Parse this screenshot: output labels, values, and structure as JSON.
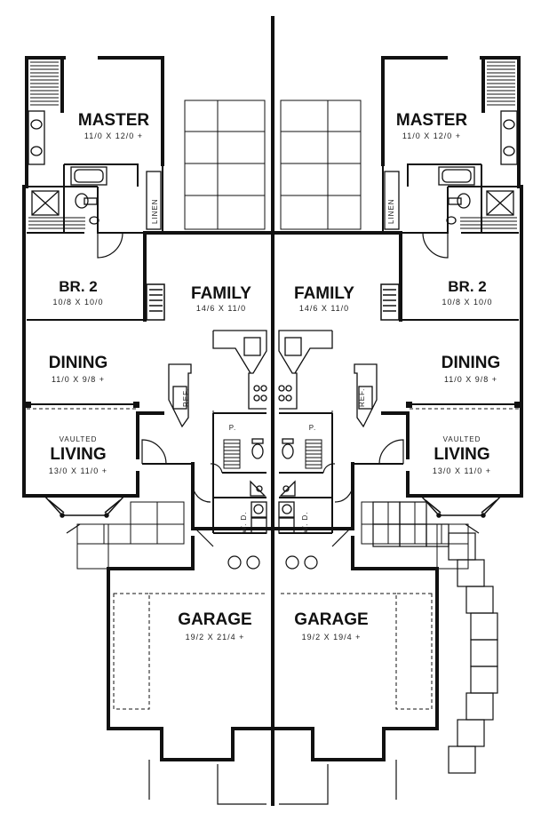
{
  "units": {
    "left": {
      "master": {
        "name": "MASTER",
        "dims": "11/0 X 12/0 +"
      },
      "br2": {
        "name": "BR. 2",
        "dims": "10/8 X 10/0"
      },
      "family": {
        "name": "FAMILY",
        "dims": "14/6 X 11/0"
      },
      "dining": {
        "name": "DINING",
        "dims": "11/0 X 9/8 +"
      },
      "living": {
        "prefix": "VAULTED",
        "name": "LIVING",
        "dims": "13/0 X 11/0 +"
      },
      "garage": {
        "name": "GARAGE",
        "dims": "19/2 X 21/4 +"
      },
      "linen": "LINEN",
      "ref": "REF.",
      "pantry": "P.",
      "wd": "W. D."
    },
    "right": {
      "master": {
        "name": "MASTER",
        "dims": "11/0 X 12/0 +"
      },
      "br2": {
        "name": "BR. 2",
        "dims": "10/8 X 10/0"
      },
      "family": {
        "name": "FAMILY",
        "dims": "14/6 X 11/0"
      },
      "dining": {
        "name": "DINING",
        "dims": "11/0 X 9/8 +"
      },
      "living": {
        "prefix": "VAULTED",
        "name": "LIVING",
        "dims": "13/0 X 11/0 +"
      },
      "garage": {
        "name": "GARAGE",
        "dims": "19/2 X 19/4 +"
      },
      "linen": "LINEN",
      "ref": "REF.",
      "pantry": "P.",
      "wd": "W. D."
    }
  }
}
